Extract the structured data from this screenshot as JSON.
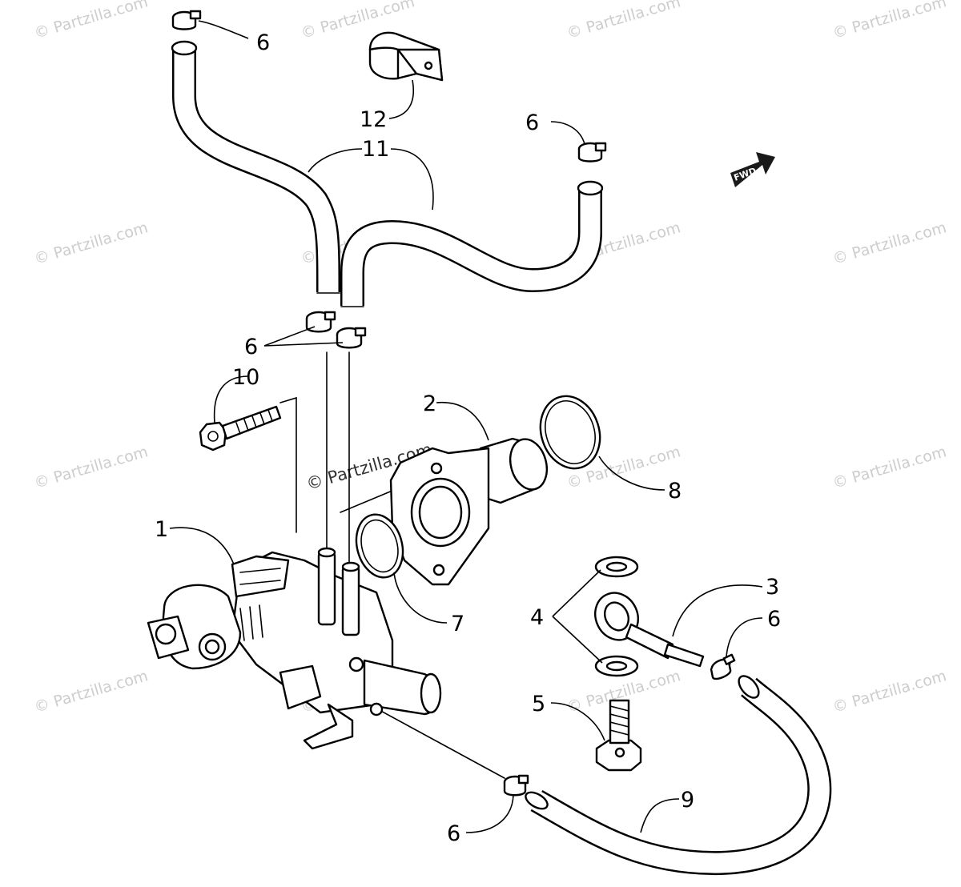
{
  "watermark_text": "© Partzilla.com",
  "fwd_label": "FWD",
  "callouts": {
    "c1": "1",
    "c2": "2",
    "c3": "3",
    "c4": "4",
    "c5": "5",
    "c6_top": "6",
    "c6_right": "6",
    "c6_middle": "6",
    "c6_fitting": "6",
    "c6_bottom": "6",
    "c7": "7",
    "c8": "8",
    "c9": "9",
    "c10": "10",
    "c11": "11",
    "c12": "12"
  },
  "colors": {
    "line": "#000000",
    "watermark": "#b8b8b8",
    "fwd_arrow": "#1a1a1a"
  }
}
